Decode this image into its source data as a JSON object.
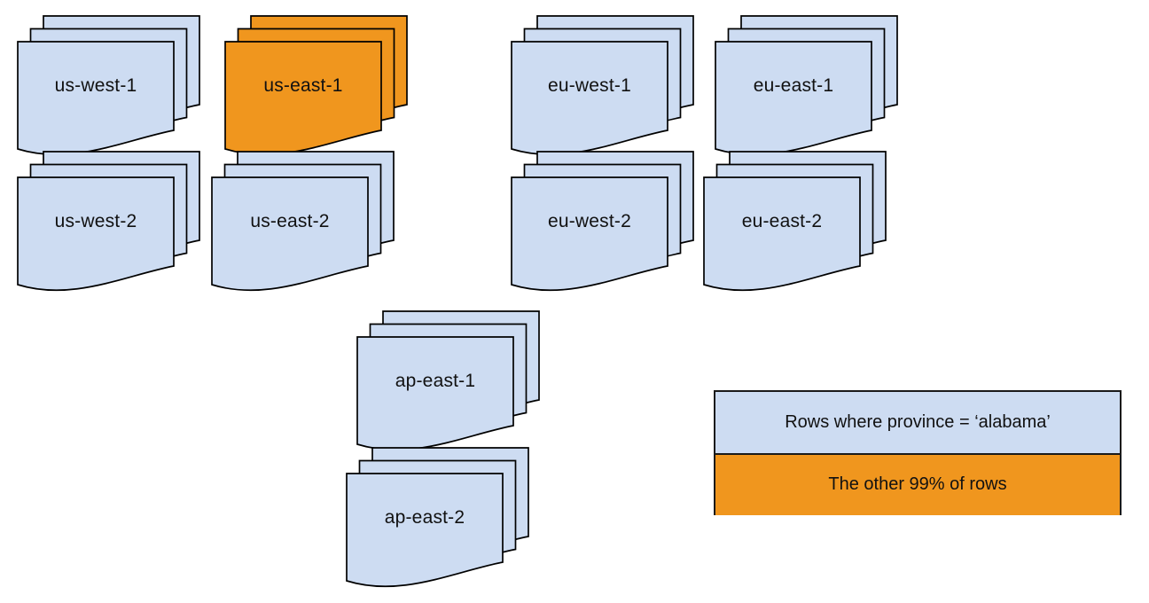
{
  "background": "#ffffff",
  "colors": {
    "document_fill": "#cddcf2",
    "highlight_fill": "#f0961e",
    "stroke": "#000000",
    "text": "#111111"
  },
  "stacks": [
    {
      "label": "us-west-1",
      "fill": "#cddcf2"
    },
    {
      "label": "us-east-1",
      "fill": "#f0961e"
    },
    {
      "label": "eu-west-1",
      "fill": "#cddcf2"
    },
    {
      "label": "eu-east-1",
      "fill": "#cddcf2"
    },
    {
      "label": "us-west-2",
      "fill": "#cddcf2"
    },
    {
      "label": "us-east-2",
      "fill": "#cddcf2"
    },
    {
      "label": "eu-west-2",
      "fill": "#cddcf2"
    },
    {
      "label": "eu-east-2",
      "fill": "#cddcf2"
    },
    {
      "label": "ap-east-1",
      "fill": "#cddcf2"
    },
    {
      "label": "ap-east-2",
      "fill": "#cddcf2"
    }
  ],
  "legend": {
    "items": [
      {
        "label": "Rows where province = ‘alabama’",
        "fill": "#cddcf2"
      },
      {
        "label": "The other 99% of rows",
        "fill": "#f0961e"
      }
    ]
  }
}
